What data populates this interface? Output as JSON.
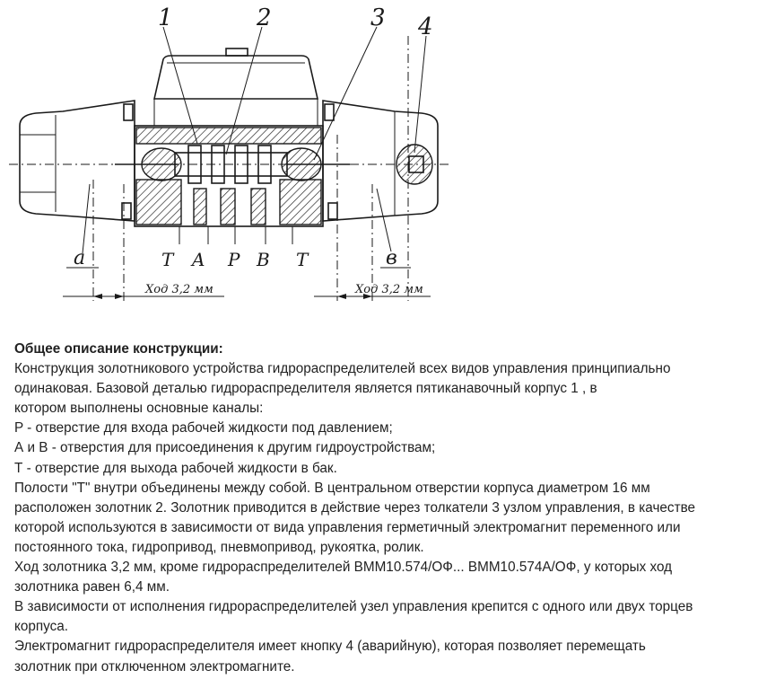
{
  "drawing": {
    "callouts": [
      "1",
      "2",
      "3",
      "4"
    ],
    "ports": [
      "T",
      "A",
      "P",
      "B",
      "T"
    ],
    "side_labels": {
      "left": "а",
      "right": "в"
    },
    "stroke_left": "Ход 3,2 мм",
    "stroke_right": "Ход 3,2 мм"
  },
  "section": {
    "title": "Общее описание конструкции:",
    "lines": [
      "Конструкция золотникового устройства гидрораспределителей всех видов управления принципиально",
      "одинаковая. Базовой деталью гидрораспределителя является пятиканавочный корпус 1 , в",
      "котором выполнены основные каналы:",
      "P - отверстие для входа рабочей жидкости под давлением;",
      "А и В - отверстия для присоединения к другим гидроустройствам;",
      "Т - отверстие для выхода рабочей жидкости в бак.",
      "Полости \"Т\" внутри объединены между собой. В центральном отверстии корпуса диаметром 16 мм",
      "расположен золотник 2. Золотник приводится в действие через толкатели 3 узлом управления, в качестве",
      "которой используются в зависимости от вида управления герметичный электромагнит переменного или",
      "постоянного тока, гидропривод, пневмопривод, рукоятка, ролик.",
      "Ход золотника 3,2 мм, кроме гидрораспределителей ВММ10.574/ОФ... ВММ10.574А/ОФ, у которых ход",
      "золотника равен 6,4 мм.",
      "В зависимости от исполнения гидрораспределителей узел управления крепится с одного или двух торцев",
      "корпуса.",
      "Электромагнит гидрораспределителя имеет кнопку 4 (аварийную), которая позволяет перемещать",
      "золотник при отключенном электромагните."
    ]
  }
}
